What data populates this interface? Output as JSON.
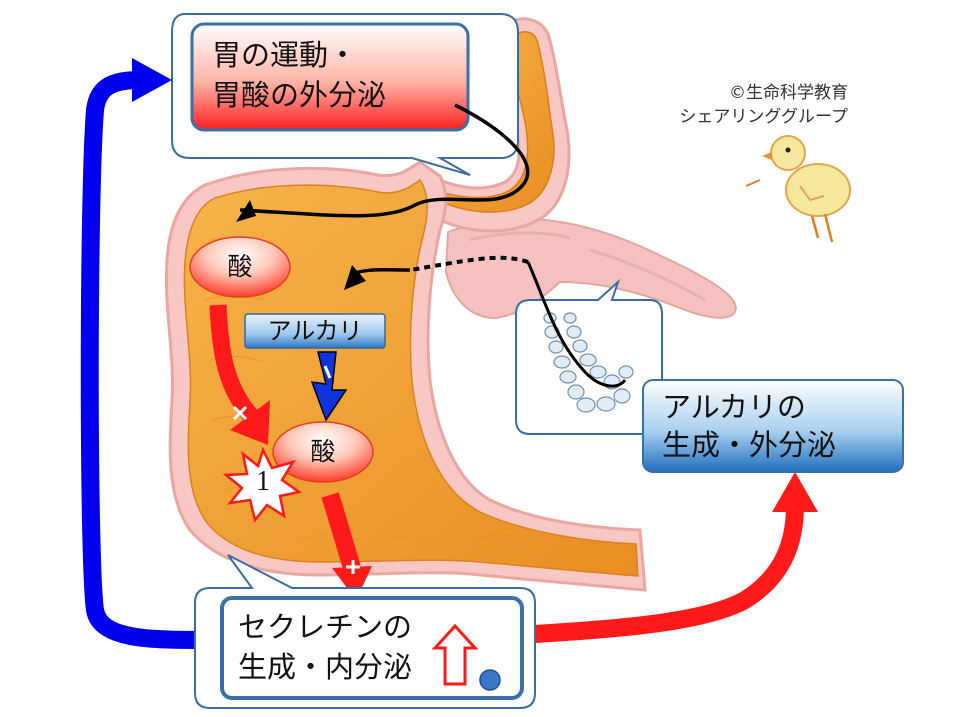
{
  "stomach_box": {
    "line1": "胃の運動・",
    "line2": "胃酸の外分泌"
  },
  "credit": {
    "line1": "©生命科学教育",
    "line2": "シェアリンググループ"
  },
  "acid_top": {
    "label": "酸"
  },
  "acid_mid": {
    "label": "酸"
  },
  "alkali_tag": {
    "label": "アルカリ"
  },
  "alkali_box": {
    "line1": "アルカリの",
    "line2": "生成・外分泌"
  },
  "secretin_box": {
    "line1": "セクレチンの",
    "line2": "生成・内分泌"
  },
  "starburst": {
    "label": "1"
  },
  "colors": {
    "acid_arrow": "#ff1a1a",
    "feedback_arrow": "#0000ee",
    "organ": "#f0a030",
    "box_blue": "#2f7ac0",
    "box_red": "#ff2a2a"
  }
}
